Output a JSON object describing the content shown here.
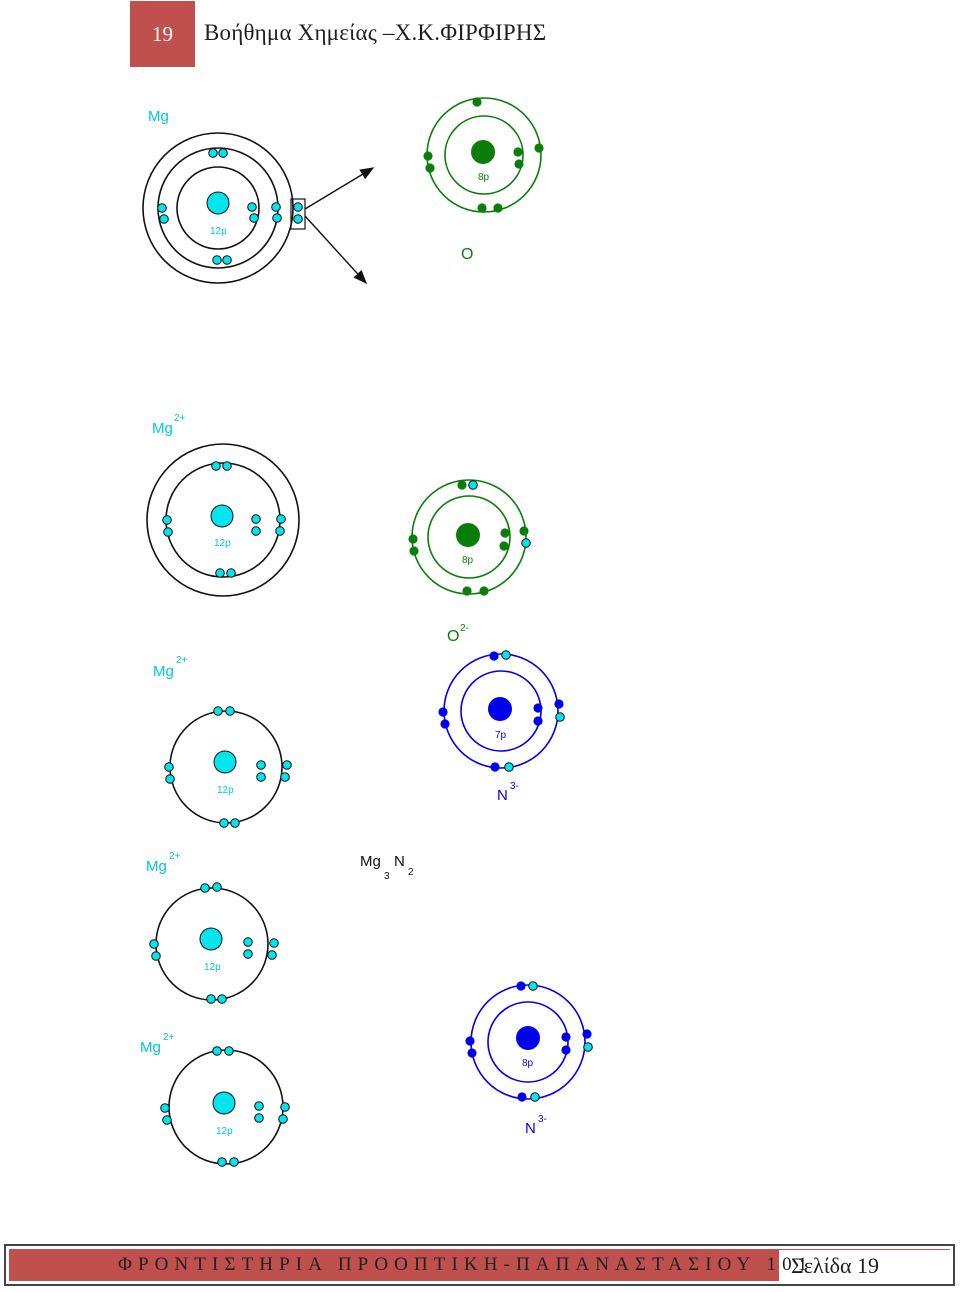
{
  "header": {
    "page_number": "19",
    "title": "Βοήθημα Χημείας –Χ.Κ.ΦΙΡΦΙΡΗΣ"
  },
  "labels": {
    "mg": "Mg",
    "mg_ion": "Mg",
    "charge_2plus": "2+",
    "p12": "12p",
    "p8": "8p",
    "p7": "7p",
    "o": "O",
    "o_ion": "O",
    "charge_2minus": "2-",
    "n": "N",
    "charge_3minus": "3-",
    "formula_mg": "Mg",
    "formula_sub3": "3",
    "formula_n": "N",
    "formula_sub2": "2"
  },
  "colors": {
    "accent_red": "#c0504d",
    "mg_cyan": "#00e5ee",
    "oxygen_green": "#0a7d0a",
    "nitrogen_blue": "#0000ee",
    "label_cyan": "#00c8d8"
  },
  "footer": {
    "left_text": "ΦΡΟΝΤΙΣΤΗΡΙΑ ΠΡΟΟΠΤΙΚΗ-ΠΑΠΑΝΑΣΤΑΣΙΟΥ 101",
    "page_label": "Σελίδα 19"
  }
}
